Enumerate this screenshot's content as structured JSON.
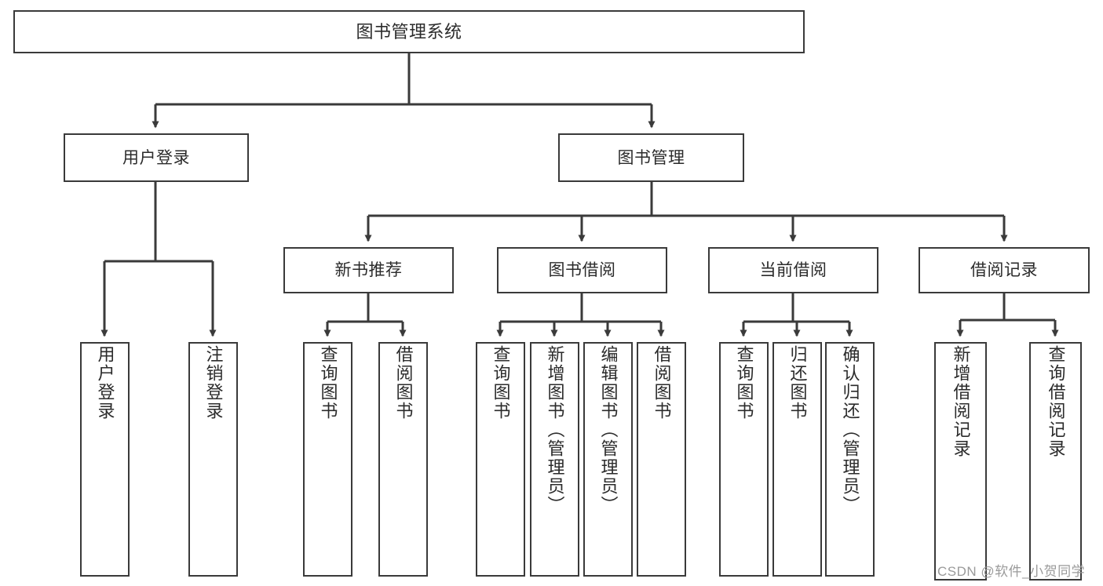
{
  "diagram": {
    "title_node": {
      "label": "图书管理系统"
    },
    "level2": [
      {
        "id": "user-login",
        "label": "用户登录"
      },
      {
        "id": "book-manage",
        "label": "图书管理"
      }
    ],
    "level3": [
      {
        "id": "new-book-rec",
        "label": "新书推荐"
      },
      {
        "id": "book-borrow",
        "label": "图书借阅"
      },
      {
        "id": "current-borrow",
        "label": "当前借阅"
      },
      {
        "id": "borrow-record",
        "label": "借阅记录"
      }
    ],
    "leaves": {
      "user_login": [
        {
          "id": "leaf-user-login",
          "label": "用户登录"
        },
        {
          "id": "leaf-logout-login",
          "label": "注销登录"
        }
      ],
      "new_book_rec": [
        {
          "id": "leaf-query-book-1",
          "label": "查询图书"
        },
        {
          "id": "leaf-borrow-book-1",
          "label": "借阅图书"
        }
      ],
      "book_borrow": [
        {
          "id": "leaf-query-book-2",
          "label": "查询图书"
        },
        {
          "id": "leaf-add-book",
          "label": "新增图书（管理员）"
        },
        {
          "id": "leaf-edit-book",
          "label": "编辑图书（管理员）"
        },
        {
          "id": "leaf-borrow-book-2",
          "label": "借阅图书"
        }
      ],
      "current_borrow": [
        {
          "id": "leaf-query-book-3",
          "label": "查询图书"
        },
        {
          "id": "leaf-return-book",
          "label": "归还图书"
        },
        {
          "id": "leaf-confirm-return",
          "label": "确认归还（管理员）"
        }
      ],
      "borrow_record": [
        {
          "id": "leaf-add-record",
          "label": "新增借阅记录"
        },
        {
          "id": "leaf-query-record",
          "label": "查询借阅记录"
        }
      ]
    }
  },
  "watermark": {
    "text": "CSDN @软件_小贺同学"
  },
  "colors": {
    "stroke": "#3a3a3a",
    "text": "#2b2b2b",
    "background": "#ffffff",
    "watermark": "#9a9a9a"
  }
}
